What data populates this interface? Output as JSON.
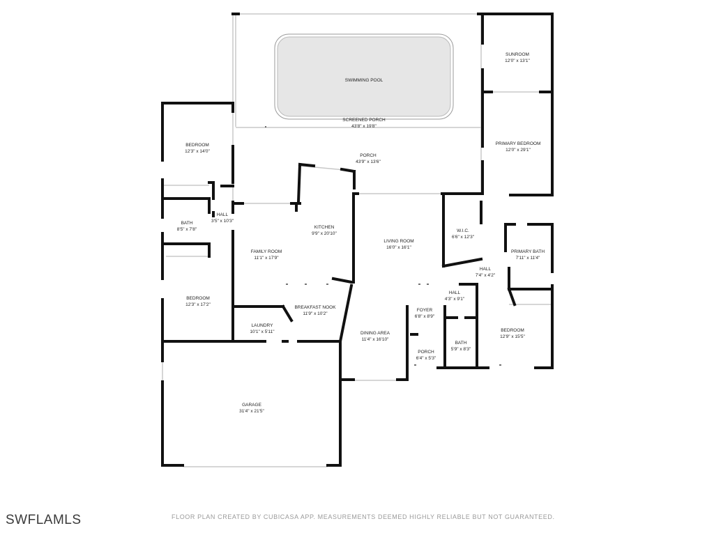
{
  "rooms": [
    {
      "id": "swimming-pool",
      "name": "SWIMMING POOL",
      "dims": ""
    },
    {
      "id": "screened-porch",
      "name": "SCREENED PORCH",
      "dims": "43'8\" x 19'8\""
    },
    {
      "id": "sunroom",
      "name": "SUNROOM",
      "dims": "12'0\" x 13'1\""
    },
    {
      "id": "primary-bedroom",
      "name": "PRIMARY BEDROOM",
      "dims": "12'0\" x 29'1\""
    },
    {
      "id": "bedroom-1",
      "name": "BEDROOM",
      "dims": "12'3\" x 14'0\""
    },
    {
      "id": "porch-rear",
      "name": "PORCH",
      "dims": "43'9\" x 13'6\""
    },
    {
      "id": "bath-1",
      "name": "BATH",
      "dims": "8'5\" x 7'8\""
    },
    {
      "id": "hall-1",
      "name": "HALL",
      "dims": "3'5\" x 10'3\""
    },
    {
      "id": "kitchen",
      "name": "KITCHEN",
      "dims": "9'9\" x 20'10\""
    },
    {
      "id": "family-room",
      "name": "FAMILY ROOM",
      "dims": "11'1\" x 17'9\""
    },
    {
      "id": "living-room",
      "name": "LIVING ROOM",
      "dims": "16'0\" x 16'1\""
    },
    {
      "id": "wic",
      "name": "W.I.C.",
      "dims": "6'6\" x 12'3\""
    },
    {
      "id": "primary-bath",
      "name": "PRIMARY BATH",
      "dims": "7'11\" x 11'4\""
    },
    {
      "id": "hall-2",
      "name": "HALL",
      "dims": "7'4\" x 4'2\""
    },
    {
      "id": "bedroom-2",
      "name": "BEDROOM",
      "dims": "12'3\" x 17'2\""
    },
    {
      "id": "hall-3",
      "name": "HALL",
      "dims": "4'3\" x 9'1\""
    },
    {
      "id": "breakfast-nook",
      "name": "BREAKFAST NOOK",
      "dims": "11'9\" x 10'2\""
    },
    {
      "id": "foyer",
      "name": "FOYER",
      "dims": "6'8\" x 8'9\""
    },
    {
      "id": "laundry",
      "name": "LAUNDRY",
      "dims": "10'1\" x 5'11\""
    },
    {
      "id": "dining-area",
      "name": "DINING AREA",
      "dims": "11'4\" x 16'10\""
    },
    {
      "id": "bedroom-3",
      "name": "BEDROOM",
      "dims": "12'9\" x 15'5\""
    },
    {
      "id": "bath-2",
      "name": "BATH",
      "dims": "5'9\" x 8'3\""
    },
    {
      "id": "porch-front",
      "name": "PORCH",
      "dims": "6'4\" x 5'3\""
    },
    {
      "id": "garage",
      "name": "GARAGE",
      "dims": "31'4\" x 21'5\""
    }
  ],
  "footer": {
    "watermark": "SWFLAMLS",
    "disclaimer": "FLOOR PLAN CREATED BY CUBICASA APP. MEASUREMENTS DEEMED HIGHLY RELIABLE BUT NOT GUARANTEED."
  },
  "colors": {
    "wall": "#111111",
    "thin_line": "#cfcfcf",
    "pool_fill": "#e6e6e6",
    "pool_border": "#888888"
  }
}
